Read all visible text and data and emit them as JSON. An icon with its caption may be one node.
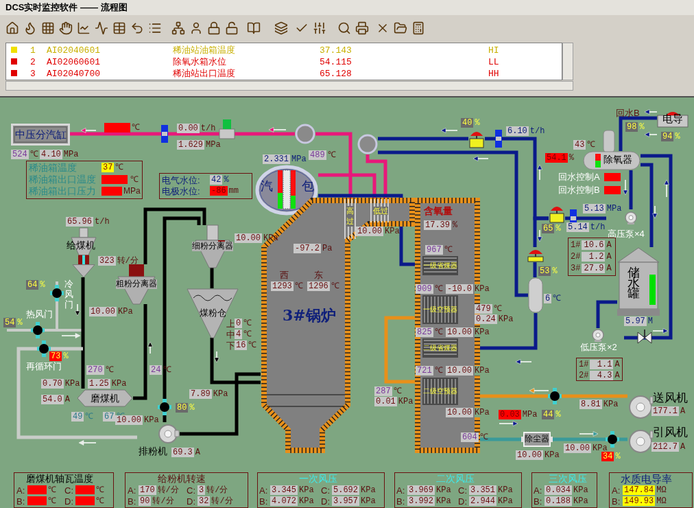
{
  "diagram": {
    "title": "DCS实时监控软件 —— 流程图",
    "nodes": [
      {
        "text": [
          "中压分汽缸"
        ]
      },
      {
        "text": [
          "汽",
          "包"
        ]
      },
      {
        "text": [],
        "shape": "circle"
      },
      {
        "text": [],
        "shape": "circle"
      },
      {
        "text": [
          "3#锅炉"
        ]
      },
      {
        "text": [
          "高过"
        ],
        "in": 4
      },
      {
        "text": [
          "低过"
        ],
        "in": 4
      },
      {
        "text": [],
        "shape": "box"
      },
      {
        "text": [
          "一级省煤器"
        ],
        "in": 7
      },
      {
        "text": [
          "一级空预器"
        ],
        "in": 7
      },
      {
        "text": [
          "二级省煤器"
        ],
        "in": 7
      },
      {
        "text": [
          "二级空预器"
        ],
        "in": 7
      },
      {
        "text": [
          "给煤机"
        ]
      },
      {
        "text": [
          "粗粉分离器"
        ]
      },
      {
        "text": [
          "细粉分离器"
        ]
      },
      {
        "text": [
          "煤粉仓"
        ]
      },
      {
        "text": [
          "磨煤机"
        ]
      },
      {
        "text": [
          "排粉机"
        ]
      },
      {
        "text": [
          "除氧器"
        ]
      },
      {
        "text": [
          "储水罐"
        ]
      },
      {
        "text": [
          "电导"
        ]
      },
      {
        "text": [
          "高压泵×4"
        ]
      },
      {
        "text": [
          "低压泵×2"
        ]
      },
      {
        "text": [
          "除尘器"
        ]
      },
      {
        "text": [
          "送风机"
        ]
      },
      {
        "text": [
          "引风机"
        ]
      },
      {
        "text": [],
        "shape": "cylinder"
      },
      {
        "text": [],
        "shape": "valve"
      },
      {
        "text": [],
        "shape": "valve"
      },
      {
        "text": [],
        "shape": "valve"
      },
      {
        "text": [
          "稀油箱温度",
          "37 ℃",
          "稀油箱出口温度",
          "℃",
          "稀油箱出口压力",
          "MPa"
        ]
      },
      {
        "text": [
          "电气水位:",
          "42 %",
          "电极水位:",
          "-86 mm"
        ]
      },
      {
        "text": [
          "1# 10.6 A",
          "2# 1.2 A",
          "3# 27.9 A"
        ]
      },
      {
        "text": [
          "1# 1.1 A",
          "2# 4.3 A"
        ]
      },
      {
        "text": [
          "磨煤机轴瓦温度",
          "A:",
          "℃",
          "C:",
          "℃",
          "B:",
          "℃",
          "D:",
          "℃"
        ]
      },
      {
        "text": [
          "给粉机转速",
          "A:",
          "170 转/分",
          "C:",
          "3 转/分",
          "B:",
          "90 转/分",
          "D:",
          "32 转/分"
        ]
      },
      {
        "text": [
          "一次风压",
          "A:",
          "3.345 KPa",
          "C:",
          "5.692 KPa",
          "B:",
          "4.072 KPa",
          "D:",
          "3.957 KPa"
        ]
      },
      {
        "text": [
          "二次风压",
          "A:",
          "3.969 KPa",
          "C:",
          "3.351 KPa",
          "B:",
          "3.992 KPa",
          "D:",
          "2.944 KPa"
        ]
      },
      {
        "text": [
          "三次风压",
          "A:",
          "0.034 KPa",
          "B:",
          "0.188 KPa"
        ]
      },
      {
        "text": [
          "水质电导率",
          "A:",
          "147.84 MΩ",
          "B:",
          "149.93 MΩ"
        ]
      }
    ],
    "edges": [
      {
        "from": 2,
        "to": 0,
        "arrow": "none",
        "color": "#e8187a"
      },
      {
        "from": 2,
        "to": 5,
        "arrow": "none",
        "color": "#e8187a"
      },
      {
        "from": 1,
        "to": 6,
        "arrow": "none",
        "color": "#e8187a"
      },
      {
        "from": 3,
        "to": 6,
        "arrow": "none",
        "color": "#e8187a"
      },
      {
        "from": 1,
        "to": 8,
        "arrow": "none"
      },
      {
        "from": 21,
        "to": 28,
        "arrow": "none"
      },
      {
        "from": 28,
        "to": 27,
        "arrow": "none"
      },
      {
        "from": 27,
        "to": 3,
        "arrow": "none"
      },
      {
        "from": 28,
        "to": 29,
        "arrow": "none"
      },
      {
        "from": 29,
        "to": 26,
        "arrow": "none"
      },
      {
        "from": 26,
        "to": 3,
        "arrow": "none"
      },
      {
        "from": 26,
        "to": 10,
        "arrow": "none"
      },
      {
        "from": 18,
        "to": 19,
        "arrow": "none"
      },
      {
        "from": 18,
        "to": 21,
        "arrow": "none"
      },
      {
        "from": 19,
        "to": 22,
        "arrow": "none"
      },
      {
        "from": 22,
        "to": 18,
        "arrow": "none"
      },
      {
        "from": 20,
        "to": 18,
        "arrow": "none"
      },
      {
        "from": 24,
        "to": 11,
        "arrow": "none",
        "color": "#e8901a"
      },
      {
        "from": 9,
        "to": 11,
        "arrow": "none",
        "color": "#e8901a"
      },
      {
        "from": 17,
        "to": 4,
        "arrow": "none",
        "color": "#000000"
      },
      {
        "from": 15,
        "to": 4,
        "arrow": "none",
        "color": "#000000"
      },
      {
        "from": 12,
        "to": 16,
        "arrow": "none",
        "color": "#000000"
      },
      {
        "from": 16,
        "to": 13,
        "arrow": "none",
        "color": "#000000"
      },
      {
        "from": 13,
        "to": 14,
        "arrow": "none",
        "color": "#000000"
      },
      {
        "from": 14,
        "to": 17,
        "arrow": "none",
        "color": "#000000"
      },
      {
        "from": 14,
        "to": 15,
        "arrow": "none",
        "color": "#000000"
      },
      {
        "from": 17,
        "to": null,
        "arrow": "none",
        "color": "#c8ccc8"
      },
      {
        "from": 7,
        "to": 23,
        "arrow": "none",
        "color": "#3a9a9a"
      },
      {
        "from": 23,
        "to": 25,
        "arrow": "none",
        "color": "#3a9a9a"
      }
    ],
    "labels": [
      "1",
      "AI02040601",
      "稀油站油箱温度",
      "37.143",
      "HI",
      "2",
      "AI02060601",
      "除氧水箱水位",
      "54.115",
      "LL",
      "3",
      "AI02040700",
      "稀油站出口温度",
      "65.128",
      "HH",
      "℃",
      "0.00 t/h",
      "1.629 MPa",
      "524 ℃",
      "4.10 MPa",
      "2.331 MPa",
      "489 ℃",
      "65.96 t/h",
      "323 转/分",
      "64 %",
      "冷风门",
      "热风门",
      "54 %",
      "73 %",
      "再循环门",
      "270 ℃",
      "24 ℃",
      "0.70 KPa",
      "1.25 KPa",
      "54.0 A",
      "49 ℃",
      "67 ℃",
      "10.00 KPa",
      "69.3 A",
      "10.00 KPa",
      "10.00 KPa",
      "上",
      "0 ℃",
      "中",
      "4 ℃",
      "下",
      "16 ℃",
      "7.89 KPa",
      "80 %",
      "-97.2 Pa",
      "西",
      "东",
      "1293 ℃",
      "1296 ℃",
      "10.00 KPa",
      "含氧量",
      "17.39 %",
      "967 ℃",
      "909 ℃",
      "-10.0 KPa",
      "479 ℃",
      "0.24 KPa",
      "825 ℃",
      "10.00 KPa",
      "721 ℃",
      "10.00 KPa",
      "287 ℃",
      "0.01 KPa",
      "10.00 KPa",
      "604 ℃",
      "0.03 MPa",
      "44 %",
      "8.81 KPa",
      "177.1 A",
      "10.00 KPa",
      "10.00 KPa",
      "34 %",
      "212.7 A",
      "40 %",
      "6.10 t/h",
      "43 ℃",
      "54.1 %",
      "回水控制A",
      "回水控制B",
      "回水B",
      "98 %",
      "94 %",
      "5.13 MPa",
      "65 %",
      "5.14 t/h",
      "53 %",
      "6 ℃",
      "5.97 M"
    ]
  }
}
